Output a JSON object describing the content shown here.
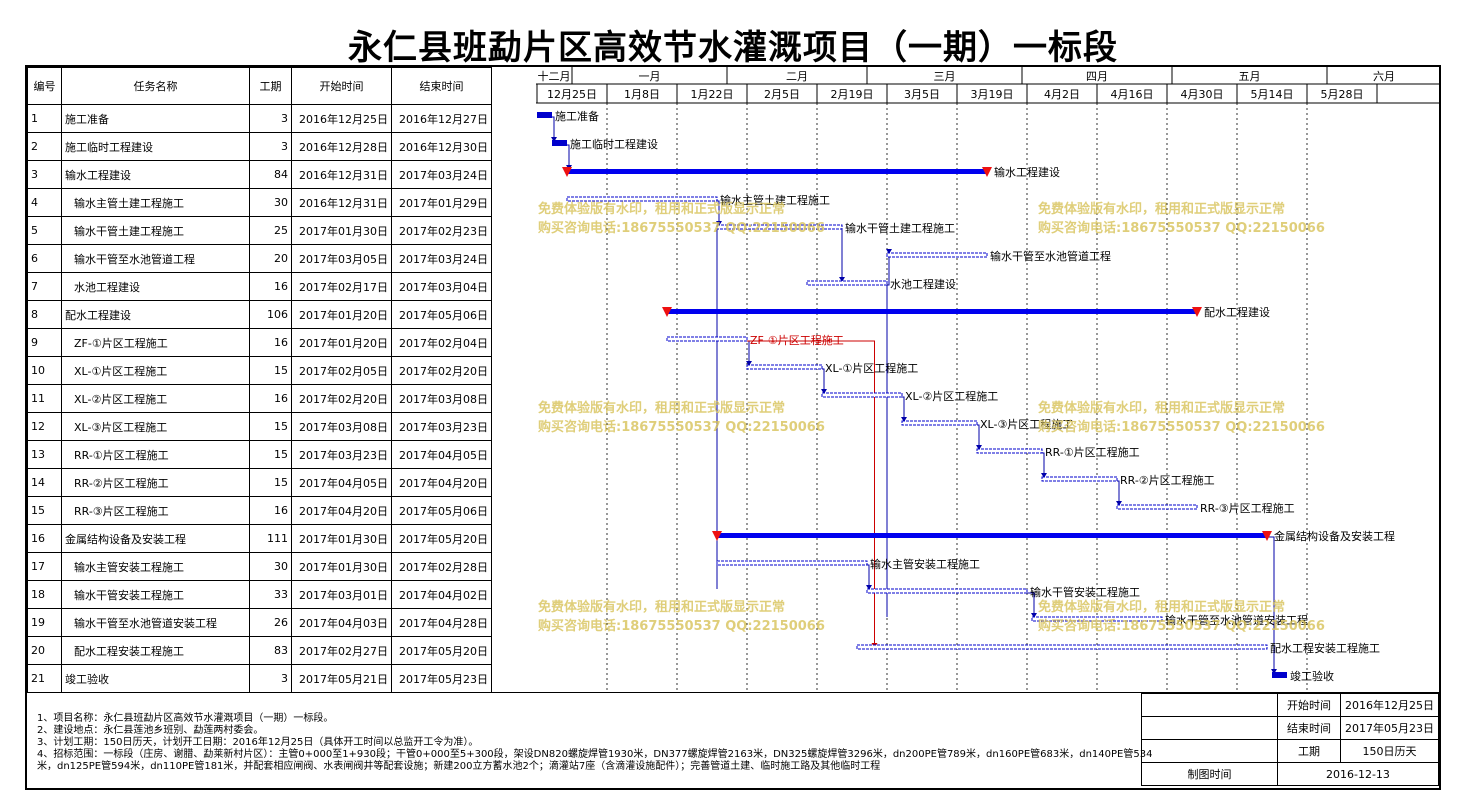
{
  "title": "永仁县班勐片区高效节水灌溉项目（一期）一标段",
  "headers": {
    "id": "编号",
    "name": "任务名称",
    "duration": "工期",
    "start": "开始时间",
    "end": "结束时间"
  },
  "timeline": {
    "months": [
      "十二月",
      "一月",
      "二月",
      "三月",
      "四月",
      "五月",
      "六月"
    ],
    "weeks": [
      "12月25日",
      "1月8日",
      "1月22日",
      "2月5日",
      "2月19日",
      "3月5日",
      "3月19日",
      "4月2日",
      "4月16日",
      "4月30日",
      "5月14日",
      "5月28日"
    ]
  },
  "tasks": [
    {
      "id": "1",
      "name": "施工准备",
      "duration": "3",
      "start": "2016年12月25日",
      "end": "2016年12月27日",
      "label": "施工准备",
      "summary": false,
      "indent": false,
      "s": 0,
      "e": 3
    },
    {
      "id": "2",
      "name": "施工临时工程建设",
      "duration": "3",
      "start": "2016年12月28日",
      "end": "2016年12月30日",
      "label": "施工临时工程建设",
      "summary": false,
      "indent": false,
      "s": 3,
      "e": 6
    },
    {
      "id": "3",
      "name": "输水工程建设",
      "duration": "84",
      "start": "2016年12月31日",
      "end": "2017年03月24日",
      "label": "输水工程建设",
      "summary": true,
      "indent": false,
      "s": 6,
      "e": 90
    },
    {
      "id": "4",
      "name": "输水主管土建工程施工",
      "duration": "30",
      "start": "2016年12月31日",
      "end": "2017年01月29日",
      "label": "输水主管土建工程施工",
      "summary": false,
      "indent": true,
      "s": 6,
      "e": 36
    },
    {
      "id": "5",
      "name": "输水干管土建工程施工",
      "duration": "25",
      "start": "2017年01月30日",
      "end": "2017年02月23日",
      "label": "输水干管土建工程施工",
      "summary": false,
      "indent": true,
      "s": 36,
      "e": 61
    },
    {
      "id": "6",
      "name": "输水干管至水池管道工程",
      "duration": "20",
      "start": "2017年03月05日",
      "end": "2017年03月24日",
      "label": "输水干管至水池管道工程",
      "summary": false,
      "indent": true,
      "s": 70,
      "e": 90
    },
    {
      "id": "7",
      "name": "水池工程建设",
      "duration": "16",
      "start": "2017年02月17日",
      "end": "2017年03月04日",
      "label": "水池工程建设",
      "summary": false,
      "indent": true,
      "s": 54,
      "e": 70
    },
    {
      "id": "8",
      "name": "配水工程建设",
      "duration": "106",
      "start": "2017年01月20日",
      "end": "2017年05月06日",
      "label": "配水工程建设",
      "summary": true,
      "indent": false,
      "s": 26,
      "e": 132
    },
    {
      "id": "9",
      "name": "ZF-①片区工程施工",
      "duration": "16",
      "start": "2017年01月20日",
      "end": "2017年02月04日",
      "label": "ZF-①片区工程施工",
      "summary": false,
      "indent": true,
      "s": 26,
      "e": 42
    },
    {
      "id": "10",
      "name": "XL-①片区工程施工",
      "duration": "15",
      "start": "2017年02月05日",
      "end": "2017年02月20日",
      "label": "XL-①片区工程施工",
      "summary": false,
      "indent": true,
      "s": 42,
      "e": 57
    },
    {
      "id": "11",
      "name": "XL-②片区工程施工",
      "duration": "16",
      "start": "2017年02月20日",
      "end": "2017年03月08日",
      "label": "XL-②片区工程施工",
      "summary": false,
      "indent": true,
      "s": 57,
      "e": 73
    },
    {
      "id": "12",
      "name": "XL-③片区工程施工",
      "duration": "15",
      "start": "2017年03月08日",
      "end": "2017年03月23日",
      "label": "XL-③片区工程施工",
      "summary": false,
      "indent": true,
      "s": 73,
      "e": 88
    },
    {
      "id": "13",
      "name": "RR-①片区工程施工",
      "duration": "15",
      "start": "2017年03月23日",
      "end": "2017年04月05日",
      "label": "RR-①片区工程施工",
      "summary": false,
      "indent": true,
      "s": 88,
      "e": 101
    },
    {
      "id": "14",
      "name": "RR-②片区工程施工",
      "duration": "15",
      "start": "2017年04月05日",
      "end": "2017年04月20日",
      "label": "RR-②片区工程施工",
      "summary": false,
      "indent": true,
      "s": 101,
      "e": 116
    },
    {
      "id": "15",
      "name": "RR-③片区工程施工",
      "duration": "16",
      "start": "2017年04月20日",
      "end": "2017年05月06日",
      "label": "RR-③片区工程施工",
      "summary": false,
      "indent": true,
      "s": 116,
      "e": 132
    },
    {
      "id": "16",
      "name": "金属结构设备及安装工程",
      "duration": "111",
      "start": "2017年01月30日",
      "end": "2017年05月20日",
      "label": "金属结构设备及安装工程",
      "summary": true,
      "indent": false,
      "s": 36,
      "e": 146
    },
    {
      "id": "17",
      "name": "输水主管安装工程施工",
      "duration": "30",
      "start": "2017年01月30日",
      "end": "2017年02月28日",
      "label": "输水主管安装工程施工",
      "summary": false,
      "indent": true,
      "s": 36,
      "e": 66
    },
    {
      "id": "18",
      "name": "输水干管安装工程施工",
      "duration": "33",
      "start": "2017年03月01日",
      "end": "2017年04月02日",
      "label": "输水干管安装工程施工",
      "summary": false,
      "indent": true,
      "s": 66,
      "e": 98
    },
    {
      "id": "19",
      "name": "输水干管至水池管道安装工程",
      "duration": "26",
      "start": "2017年04月03日",
      "end": "2017年04月28日",
      "label": "输水干管至水池管道安装工程",
      "summary": false,
      "indent": true,
      "s": 99,
      "e": 125
    },
    {
      "id": "20",
      "name": "配水工程安装工程施工",
      "duration": "83",
      "start": "2017年02月27日",
      "end": "2017年05月20日",
      "label": "配水工程安装工程施工",
      "summary": false,
      "indent": true,
      "s": 64,
      "e": 146
    },
    {
      "id": "21",
      "name": "竣工验收",
      "duration": "3",
      "start": "2017年05月21日",
      "end": "2017年05月23日",
      "label": "竣工验收",
      "summary": false,
      "indent": false,
      "s": 147,
      "e": 150
    }
  ],
  "notes": [
    "1、项目名称：永仁县班勐片区高效节水灌溉项目（一期）一标段。",
    "2、建设地点：永仁县莲池乡班别、勐莲两村委会。",
    "3、计划工期：150日历天，计划开工日期：2016年12月25日（具体开工时间以总监开工令为准）。",
    "4、招标范围：一标段（庄房、谢腊、勐莱新村片区）：主管0+000至1+930段；干管0+000至5+300段，架设DN820螺旋焊管1930米，DN377螺旋焊管2163米，DN325螺旋焊管3296米，dn200PE管789米，dn160PE管683米，dn140PE管534米，dn125PE管594米，dn110PE管181米，并配套相应闸阀、水表闸阀井等配套设施；新建200立方蓄水池2个；滴灌站7座（含滴灌设施配件）；完善管道土建、临时施工路及其他临时工程"
  ],
  "info": {
    "start_label": "开始时间",
    "start_value": "2016年12月25日",
    "end_label": "结束时间",
    "end_value": "2017年05月23日",
    "duration_label": "工期",
    "duration_value": "150日历天",
    "drawn_label": "制图时间",
    "drawn_value": "2016-12-13"
  },
  "watermark": {
    "line1": "免费体验版有水印，租用和正式版显示正常",
    "line2": "购买咨询电话:18675550537 QQ:22150066"
  },
  "colors": {
    "summary_bar": "#0000ee",
    "task_bar": "#0000cc",
    "milestone": "#ee1111",
    "link_blue": "#0000aa",
    "link_red": "#cc0000",
    "watermark": "#d8c35a"
  }
}
